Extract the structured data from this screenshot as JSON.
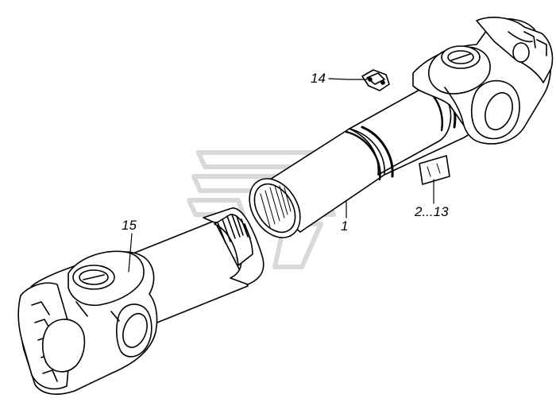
{
  "callouts": {
    "part_1": "1",
    "part_14": "14",
    "part_15": "15",
    "parts_2_13": "2...13"
  },
  "colors": {
    "line": "#000000",
    "paper": "#ffffff",
    "watermark": "#d9d9d9"
  },
  "icons": {
    "watermark": "stylized-truck-logo-watermark"
  }
}
